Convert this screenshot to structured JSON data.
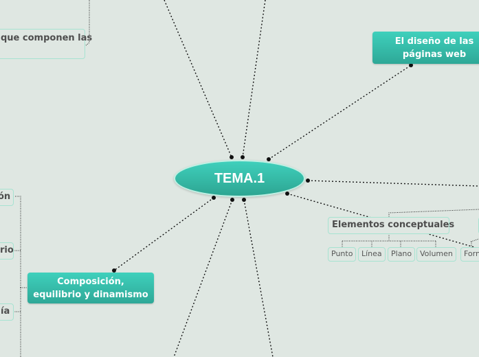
{
  "central": {
    "label": "TEMA.1"
  },
  "nodes": {
    "diseno_paginas": "El diseño de las páginas web",
    "que_componen": "que componen las",
    "composicion": "Composición, equilibrio y dinamismo",
    "left_partial_1": "ón",
    "left_partial_2": "rio",
    "left_partial_3": "ía",
    "elementos_conceptuales": "Elementos conceptuales"
  },
  "sub_items": [
    "Punto",
    "Línea",
    "Plano",
    "Volumen",
    "Forn"
  ],
  "colors": {
    "background": "#dfe7e2",
    "accent": "#3fd0bc",
    "node_border": "#a6e3d1"
  }
}
